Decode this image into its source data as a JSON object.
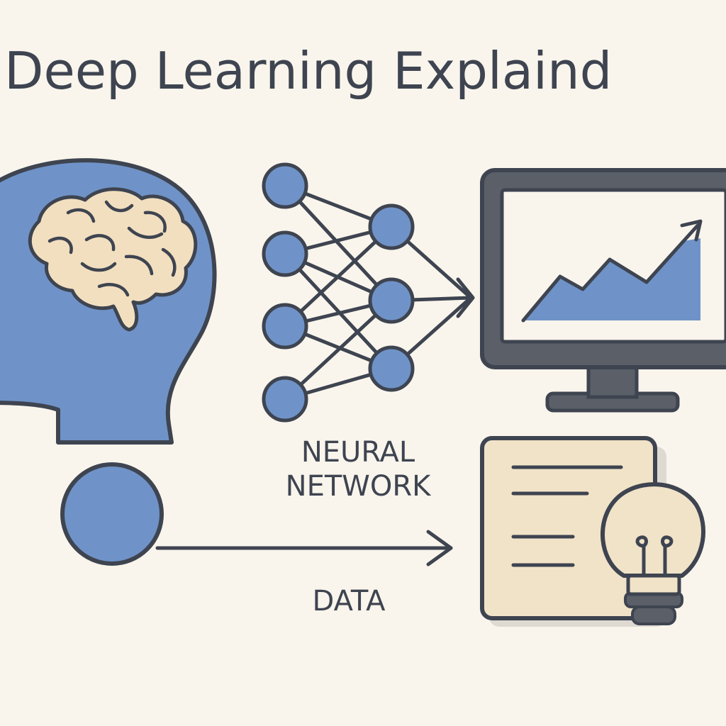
{
  "title": "Deep Learning Explaind",
  "labels": {
    "neural_line1": "NEURAL",
    "neural_line2": "NETWORK",
    "data": "DATA"
  },
  "colors": {
    "background": "#f9f5ec",
    "outline": "#3e4450",
    "accent_blue": "#6f93c8",
    "brain_beige": "#f2dfbf",
    "paper_beige": "#f1e3c8",
    "monitor_gray": "#5a5f68"
  },
  "icons": [
    "head-brain-icon",
    "neural-network-icon",
    "monitor-chart-icon",
    "document-icon",
    "lightbulb-icon",
    "data-circle-icon",
    "arrow-right-icon"
  ]
}
